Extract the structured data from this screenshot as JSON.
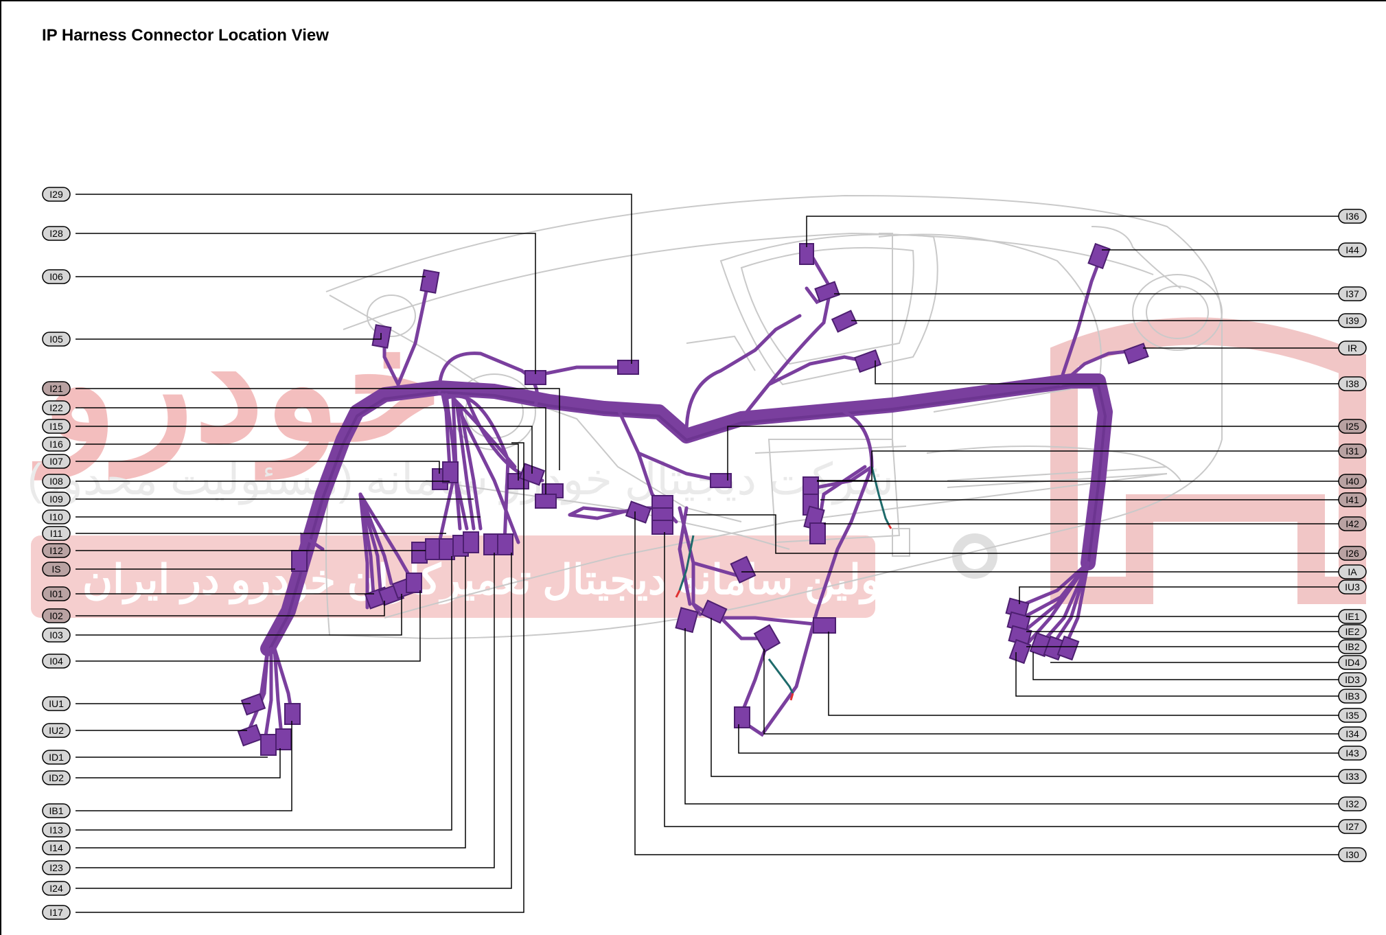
{
  "title": "IP Harness Connector Location View",
  "colors": {
    "harness": "#7a3f9e",
    "harness_dark": "#5e2a80",
    "connector": "#7d3fa6",
    "outline": "#c8c8c8",
    "label_fill": "#d6d6d6",
    "label_fill_dark": "#b9a2a2",
    "leader": "#000000",
    "watermark_red": "#e06060",
    "watermark_gray": "#c0c0c0"
  },
  "watermark": {
    "logo_text": "خودرو",
    "slogan": "اولین سامانه دیجیتال تعمیرکاران خودرو در ایران",
    "company": "شرکت دیجیتال خودرو سامانه (مسئولیت محدود)"
  },
  "left_labels": [
    "I29",
    "I28",
    "I06",
    "I05",
    "I21",
    "I22",
    "I15",
    "I16",
    "I07",
    "I08",
    "I09",
    "I10",
    "I11",
    "I12",
    "IS",
    "I01",
    "I02",
    "I03",
    "I04",
    "IU1",
    "IU2",
    "ID1",
    "ID2",
    "IB1",
    "I13",
    "I14",
    "I23",
    "I24",
    "I17"
  ],
  "right_labels": [
    "I36",
    "I44",
    "I37",
    "I39",
    "IR",
    "I38",
    "I25",
    "I31",
    "I40",
    "I41",
    "I42",
    "I26",
    "IA",
    "IU3",
    "IE1",
    "IE2",
    "IB2",
    "ID4",
    "ID3",
    "IB3",
    "I35",
    "I34",
    "I43",
    "I33",
    "I32",
    "I27",
    "I30"
  ]
}
